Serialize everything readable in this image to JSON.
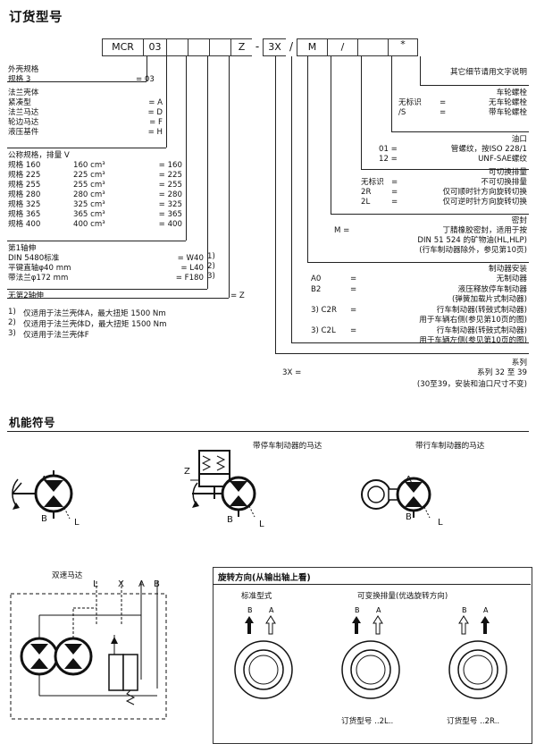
{
  "title": "订货型号",
  "code_boxes": [
    "MCR",
    "03",
    "",
    "",
    "",
    "Z",
    "-",
    "3X",
    "/",
    "M",
    "/",
    "",
    "*"
  ],
  "left_specs": [
    {
      "l": "外壳规格",
      "v": ""
    },
    {
      "l": "规格 3",
      "v": "= 03"
    },
    {
      "l": "法兰壳体",
      "v": ""
    },
    {
      "l": "紧凑型",
      "v": "= A"
    },
    {
      "l": "法兰马达",
      "v": "= D"
    },
    {
      "l": "轮边马达",
      "v": "= F"
    },
    {
      "l": "液压基件",
      "v": "= H"
    },
    {
      "l": "公称规格，排量 V",
      "v": ""
    }
  ],
  "displacements": [
    [
      "规格 160",
      "160 cm³",
      "= 160"
    ],
    [
      "规格 225",
      "225 cm³",
      "= 225"
    ],
    [
      "规格 255",
      "255 cm³",
      "= 255"
    ],
    [
      "规格 280",
      "280 cm³",
      "= 280"
    ],
    [
      "规格 325",
      "325 cm³",
      "= 325"
    ],
    [
      "规格 365",
      "365 cm³",
      "= 365"
    ],
    [
      "规格 400",
      "400 cm³",
      "= 400"
    ]
  ],
  "shaft": {
    "heading": "第1轴伸",
    "rows": [
      [
        "DIN 5480标准",
        "= W40",
        "1)"
      ],
      [
        "平键直轴φ40 mm",
        "= L40",
        "2)"
      ],
      [
        "带法兰φ172 mm",
        "= F180",
        "3)"
      ]
    ],
    "no_second": "无第2轴伸",
    "no_second_code": "= Z"
  },
  "footnotes": [
    [
      "1)",
      "仅适用于法兰壳体A，最大扭矩 1500 Nm"
    ],
    [
      "2)",
      "仅适用于法兰壳体D，最大扭矩 1500 Nm"
    ],
    [
      "3)",
      "仅适用于法兰壳体F"
    ]
  ],
  "right_specs": {
    "other": "其它细节请用文字说明",
    "wheel_bolt_heading": "车轮螺栓",
    "wheel_bolt": [
      [
        "无标识",
        "=",
        "无车轮螺栓"
      ],
      [
        "/S",
        "=",
        "带车轮螺栓"
      ]
    ],
    "oil_heading": "油口",
    "oil": [
      [
        "01 =",
        "管螺纹，按ISO 228/1"
      ],
      [
        "12 =",
        "UNF-SAE螺纹"
      ]
    ],
    "switch_heading": "可切换排量",
    "switch": [
      [
        "无标识",
        "=",
        "不可切换排量"
      ],
      [
        "2R",
        "=",
        "仅可顺时针方向旋转切换"
      ],
      [
        "2L",
        "=",
        "仅可逆时针方向旋转切换"
      ]
    ],
    "seal_heading": "密封",
    "seal": [
      "M =",
      "丁腈橡胶密封，适用于按",
      "DIN 51 524 的矿物油(HL,HLP)",
      "(行车制动器除外，参见第10页)"
    ],
    "brake_heading": "制动器安装",
    "brake": [
      [
        "A0",
        "=",
        "无制动器"
      ],
      [
        "B2",
        "=",
        "液压释放停车制动器"
      ],
      [
        "",
        "",
        "(弹簧加载片式制动器)"
      ],
      [
        "3) C2R",
        "=",
        "行车制动器(转鼓式制动器)"
      ],
      [
        "",
        "",
        "用于车辆右侧(参见第10页的图)"
      ],
      [
        "3) C2L",
        "=",
        "行车制动器(转鼓式制动器)"
      ],
      [
        "",
        "",
        "用于车辆左侧(参见第10页的图)"
      ]
    ],
    "series_heading": "系列",
    "series": [
      "3X =",
      "系列 32 至 39",
      "(30至39，安装和油口尺寸不变)"
    ]
  },
  "symbols": {
    "title": "机能符号",
    "parking_brake": "带停车制动器的马达",
    "service_brake": "带行车制动器的马达",
    "dual_speed": "双速马达",
    "ports": {
      "A": "A",
      "B": "B",
      "L": "L",
      "Z": "Z",
      "X": "X"
    }
  },
  "rotation": {
    "title": "旋转方向(从输出轴上看)",
    "standard": "标准型式",
    "variable": "可变换排量(优选旋转方向)",
    "order_2l": "订货型号 ..2L..",
    "order_2r": "订货型号 ..2R.."
  }
}
